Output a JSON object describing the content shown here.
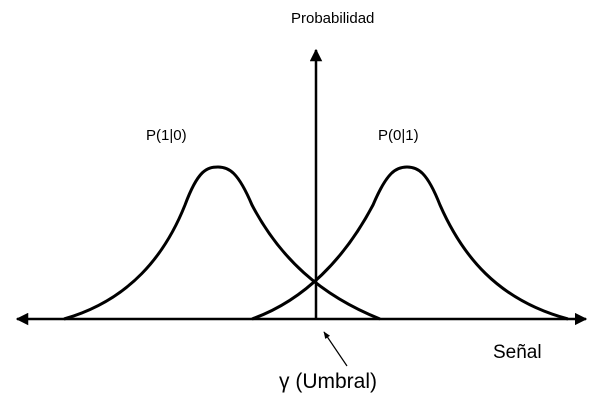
{
  "diagram": {
    "y_axis_title": "Probabilidad",
    "x_axis_title": "Señal",
    "threshold_label": "γ (Umbral)",
    "curves": [
      {
        "label": "P(1|0)"
      },
      {
        "label": "P(0|1)"
      }
    ],
    "colors": {
      "ink": "#000000",
      "background": "#ffffff"
    }
  }
}
